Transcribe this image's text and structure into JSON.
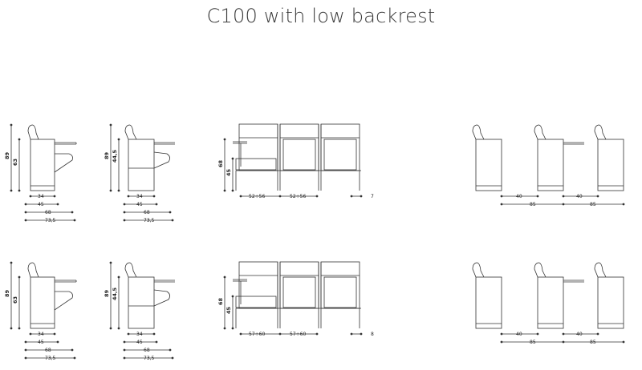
{
  "title": "C100 with low backrest",
  "rows": [
    {
      "heights": {
        "total": "89",
        "seat": "63",
        "alt_seat": "44,5"
      },
      "depths": [
        "34",
        "45",
        "68",
        "73,5"
      ],
      "front_heights": {
        "top": "68",
        "seat": "45"
      },
      "front_widths": [
        "52÷56",
        "52÷56",
        "7"
      ],
      "top_widths": {
        "a": "40",
        "b": "85"
      }
    },
    {
      "heights": {
        "total": "89",
        "seat": "63",
        "alt_seat": "44,5"
      },
      "depths": [
        "34",
        "45",
        "68",
        "73,5"
      ],
      "front_heights": {
        "top": "68",
        "seat": "45"
      },
      "front_widths": [
        "57÷60",
        "57÷60",
        "8"
      ],
      "top_widths": {
        "a": "40",
        "b": "85"
      }
    }
  ]
}
